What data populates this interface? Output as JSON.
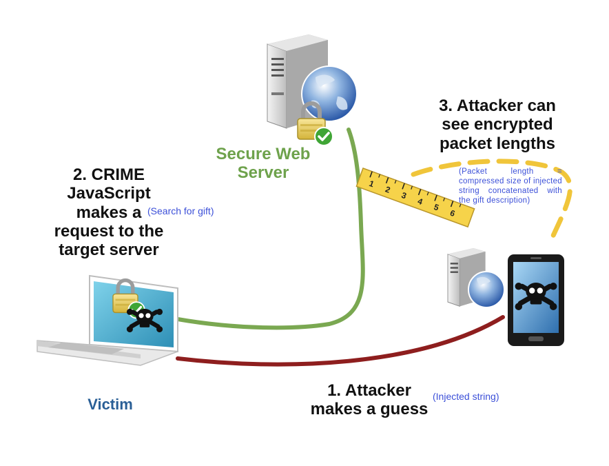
{
  "labels": {
    "server": "Secure Web\nServer",
    "victim": "Victim",
    "step1": "1. Attacker\nmakes a guess",
    "step2": "2. CRIME\nJavaScript\nmakes a\nrequest to the\ntarget server",
    "step3": "3. Attacker can\nsee encrypted\npacket lengths"
  },
  "notes": {
    "search": "(Search for gift)",
    "injected": "(Injected string)",
    "packet": "(Packet length = compressed size of injected string concatenated with the gift description)"
  },
  "ruler_marks": [
    "1",
    "2",
    "3",
    "4",
    "5",
    "6"
  ],
  "colors": {
    "server_label": "#6ea24c",
    "victim_label": "#2a5f96",
    "request_line": "#7aa851",
    "guess_line": "#8e1e1e",
    "dashed_line": "#f0c53a",
    "note_text": "#3b4fd8"
  },
  "icons": [
    "server-tower-icon",
    "globe-icon",
    "padlock-check-icon",
    "laptop-icon",
    "skull-crossbones-icon",
    "smartphone-icon",
    "ruler-icon"
  ]
}
